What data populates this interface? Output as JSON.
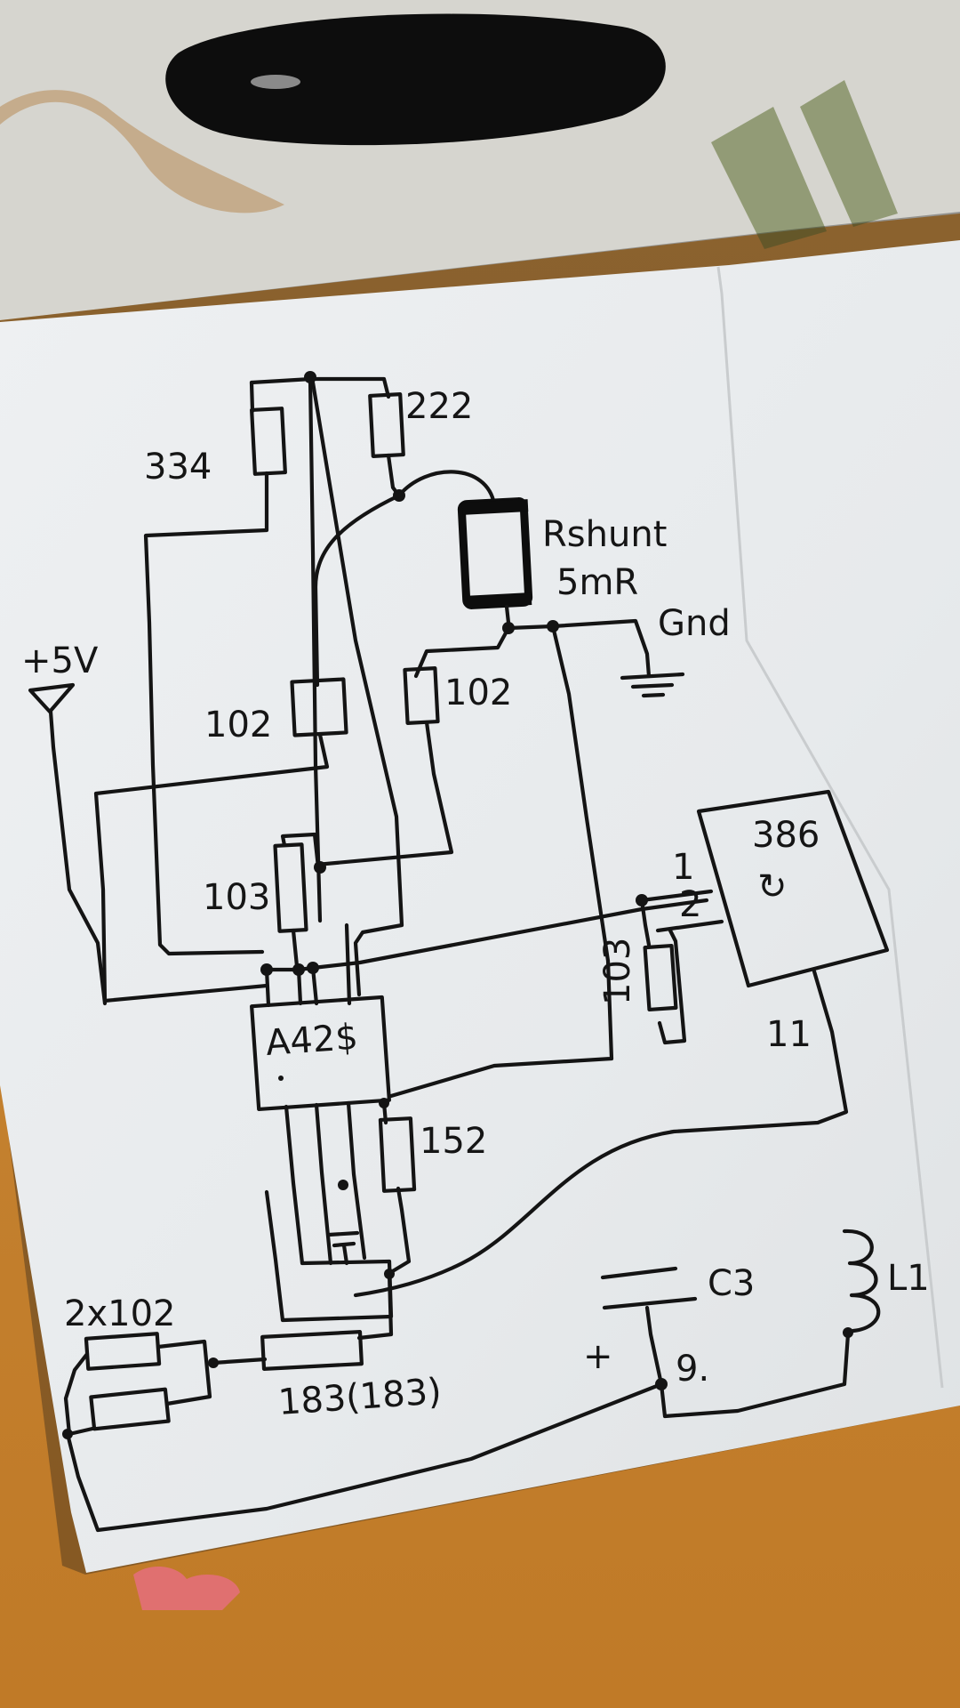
{
  "labels": {
    "r_334": "334",
    "r_222": "222",
    "shunt_name": "Rshunt",
    "shunt_value": "5mR",
    "ground": "Gnd",
    "supply": "+5V",
    "r_102_left": "102",
    "r_102_right": "102",
    "r_103_left": "103",
    "r_103_right": "103",
    "ic_386": "386",
    "ic_386_symbol": "↻",
    "pin_1": "1",
    "pin_2": "2",
    "pin_11": "11",
    "transistor": "A42$",
    "r_152": "152",
    "pair_2x102": "2x102",
    "r_183": "183(183)",
    "c3": "C3",
    "l1": "L1",
    "plus": "+",
    "pin_9": "9."
  },
  "colors": {
    "ink": "#141414",
    "paper": "#e9ecee",
    "table_top": "#d9dad6",
    "table_bottom": "#c7832e",
    "pen": "#0d0d0d"
  }
}
